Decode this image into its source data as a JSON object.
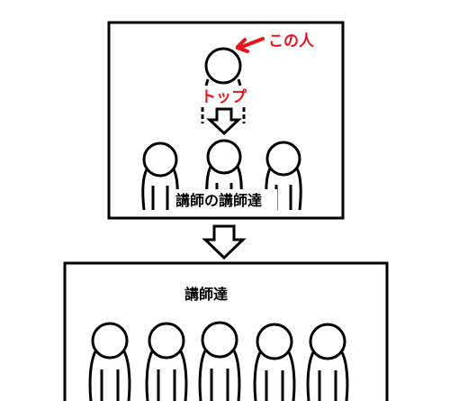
{
  "annotation": {
    "label": "この人",
    "color": "#e8141c"
  },
  "top_label": "トップ",
  "upper_group": {
    "caption": "講師の講師達",
    "person_count": 4
  },
  "lower_group": {
    "caption": "講師達",
    "person_count": 5
  },
  "colors": {
    "line": "#000000",
    "background": "#ffffff",
    "accent": "#e8141c"
  }
}
